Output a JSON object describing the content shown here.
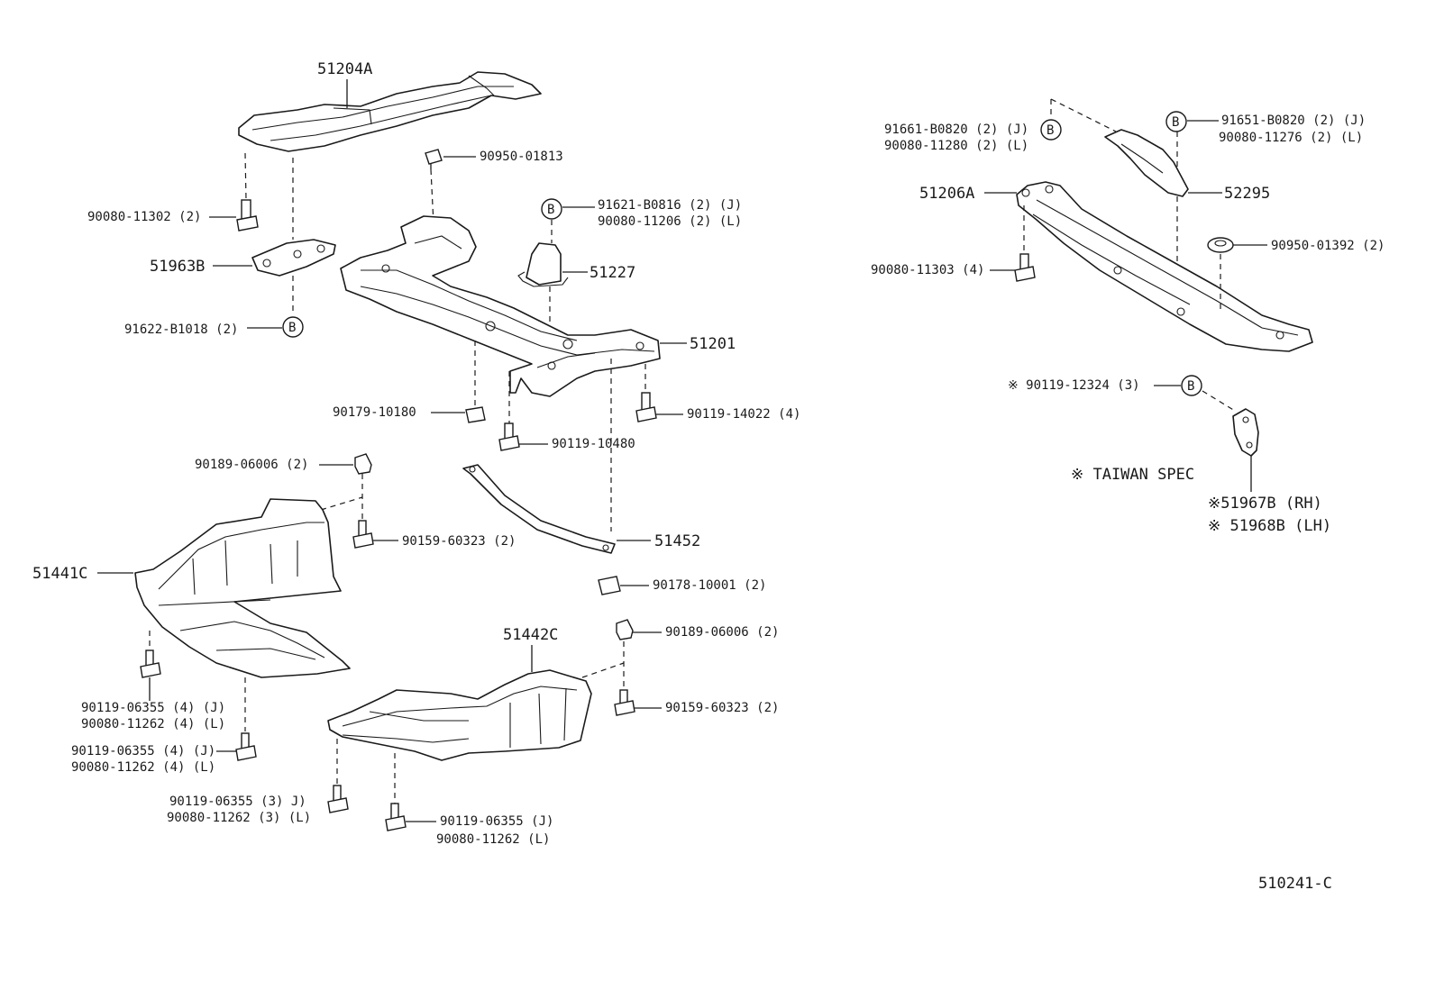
{
  "colors": {
    "line": "#1a1a1a",
    "background": "#ffffff"
  },
  "parts": {
    "p51204A": "51204A",
    "p90950_01813": "90950-01813",
    "p90080_11302": "90080-11302 (2)",
    "p91621_B0816": "91621-B0816 (2)  (J)",
    "p90080_11206": "90080-11206 (2)  (L)",
    "p51963B": "51963B",
    "p51227": "51227",
    "p91622_B1018": "91622-B1018 (2)",
    "p51201": "51201",
    "p90179_10180": "90179-10180",
    "p90119_14022": "90119-14022 (4)",
    "p90119_10480": "90119-10480",
    "p90189_06006_a": "90189-06006 (2)",
    "p90159_60323_a": "90159-60323 (2)",
    "p51441C": "51441C",
    "p51452": "51452",
    "p90178_10001": "90178-10001 (2)",
    "p51442C": "51442C",
    "p90189_06006_b": "90189-06006 (2)",
    "p90159_60323_b": "90159-60323 (2)",
    "p90119_06355_a": "90119-06355 (4)  (J)",
    "p90080_11262_a": "90080-11262 (4)   (L)",
    "p90119_06355_b": "90119-06355 (4) (J)",
    "p90080_11262_b": "90080-11262 (4)  (L)",
    "p90119_06355_c": "90119-06355 (3) J)",
    "p90080_11262_c": "90080-11262 (3) (L)",
    "p90119_06355_d": "90119-06355   (J)",
    "p90080_11262_d": "90080-11262   (L)",
    "p91661_B0820": "91661-B0820 (2) (J)",
    "p90080_11280": "90080-11280 (2)  (L)",
    "p91651_B0820": "91651-B0820 (2)  (J)",
    "p90080_11276": "90080-11276 (2)   (L)",
    "p51206A": "51206A",
    "p52295": "52295",
    "p90080_11303": "90080-11303 (4)",
    "p90950_01392": "90950-01392 (2)",
    "p90119_12324": "※ 90119-12324 (3)",
    "taiwan_spec": "※ TAIWAN  SPEC",
    "p51967B": "※51967B (RH)",
    "p51968B": "※ 51968B (LH)"
  },
  "callout_letter": "B",
  "diagram_code": "510241-C"
}
